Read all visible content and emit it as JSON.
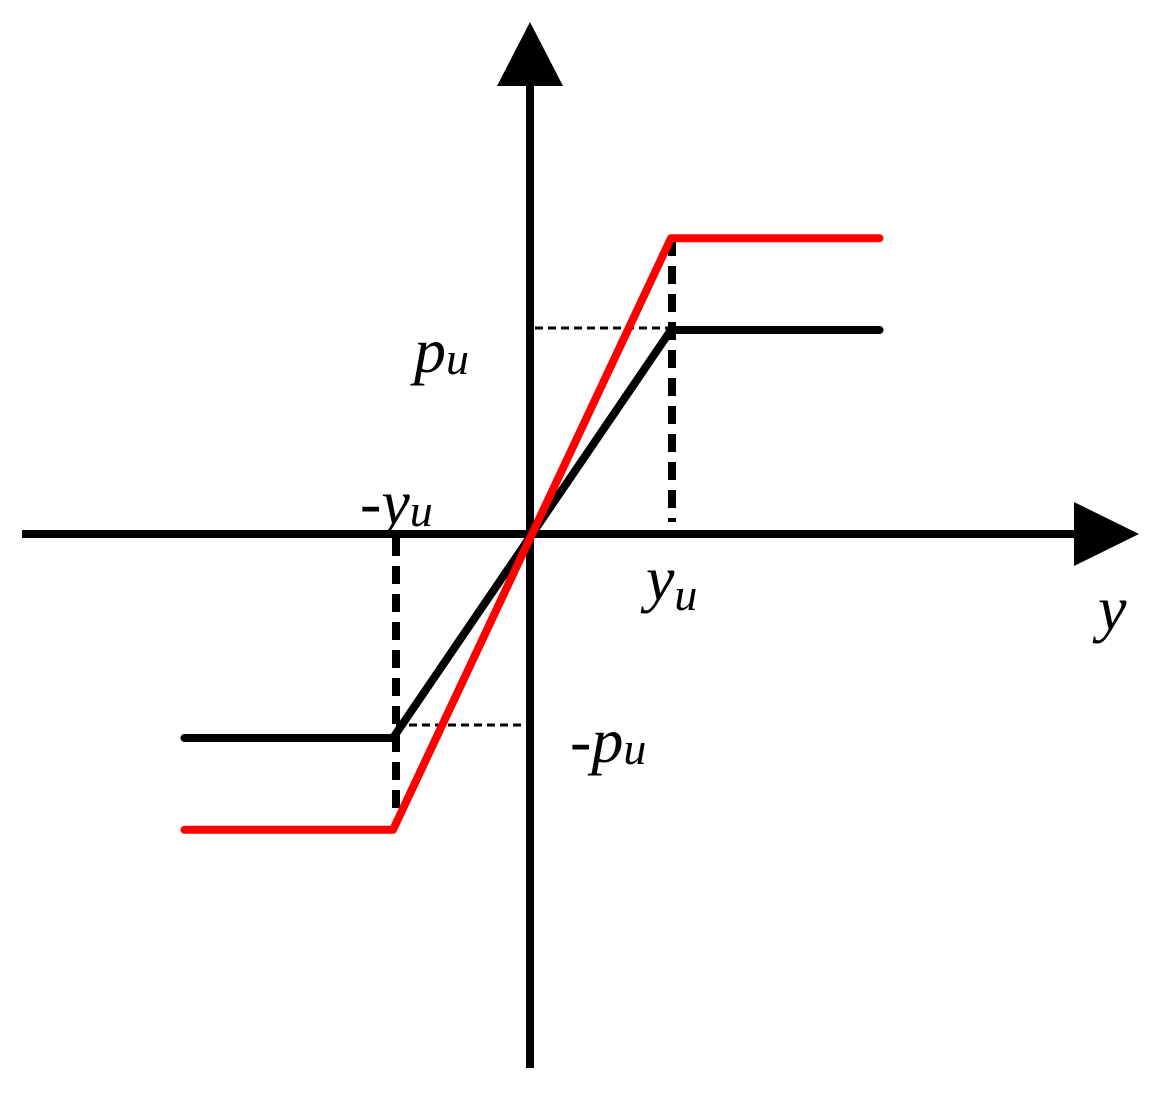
{
  "labels": {
    "x_axis": "y",
    "pu_main": "p",
    "pu_sub": "u",
    "neg_yu_main": "-y",
    "neg_yu_sub": "u",
    "yu_main": "y",
    "yu_sub": "u",
    "neg_pu_main": "-p",
    "neg_pu_sub": "u"
  },
  "curves": [
    {
      "color": "#000000",
      "points": [
        [
          -2.5,
          -1
        ],
        [
          -1,
          -1
        ],
        [
          1,
          1
        ],
        [
          2.5,
          1
        ]
      ]
    },
    {
      "color": "#ff0000",
      "points": [
        [
          -2.5,
          -1.45
        ],
        [
          -1,
          -1.45
        ],
        [
          1,
          1.45
        ],
        [
          2.5,
          1.45
        ]
      ]
    }
  ],
  "colors": {
    "axis": "#000000",
    "stiff_curve": "#ff0000",
    "soft_curve": "#000000"
  }
}
